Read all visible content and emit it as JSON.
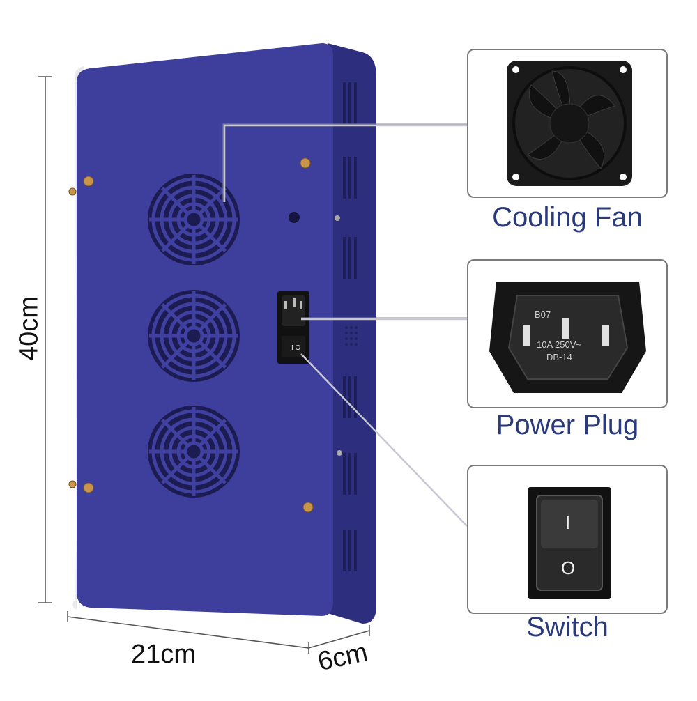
{
  "dimensions": {
    "height": "40cm",
    "width": "21cm",
    "depth": "6cm"
  },
  "callouts": [
    {
      "id": "fan",
      "caption": "Cooling Fan",
      "icon": "cooling-fan-icon"
    },
    {
      "id": "plug",
      "caption": "Power Plug",
      "icon": "power-plug-icon",
      "markings": {
        "code": "B07",
        "rating": "10A 250V~",
        "model": "DB-14"
      }
    },
    {
      "id": "switch",
      "caption": "Switch",
      "icon": "rocker-switch-icon",
      "marks": {
        "on": "I",
        "off": "O"
      }
    }
  ],
  "colors": {
    "panel": "#3c3c98",
    "panel_edge": "#2a2a78",
    "caption": "#2a3a7a",
    "box_border": "#7a7a7a"
  }
}
